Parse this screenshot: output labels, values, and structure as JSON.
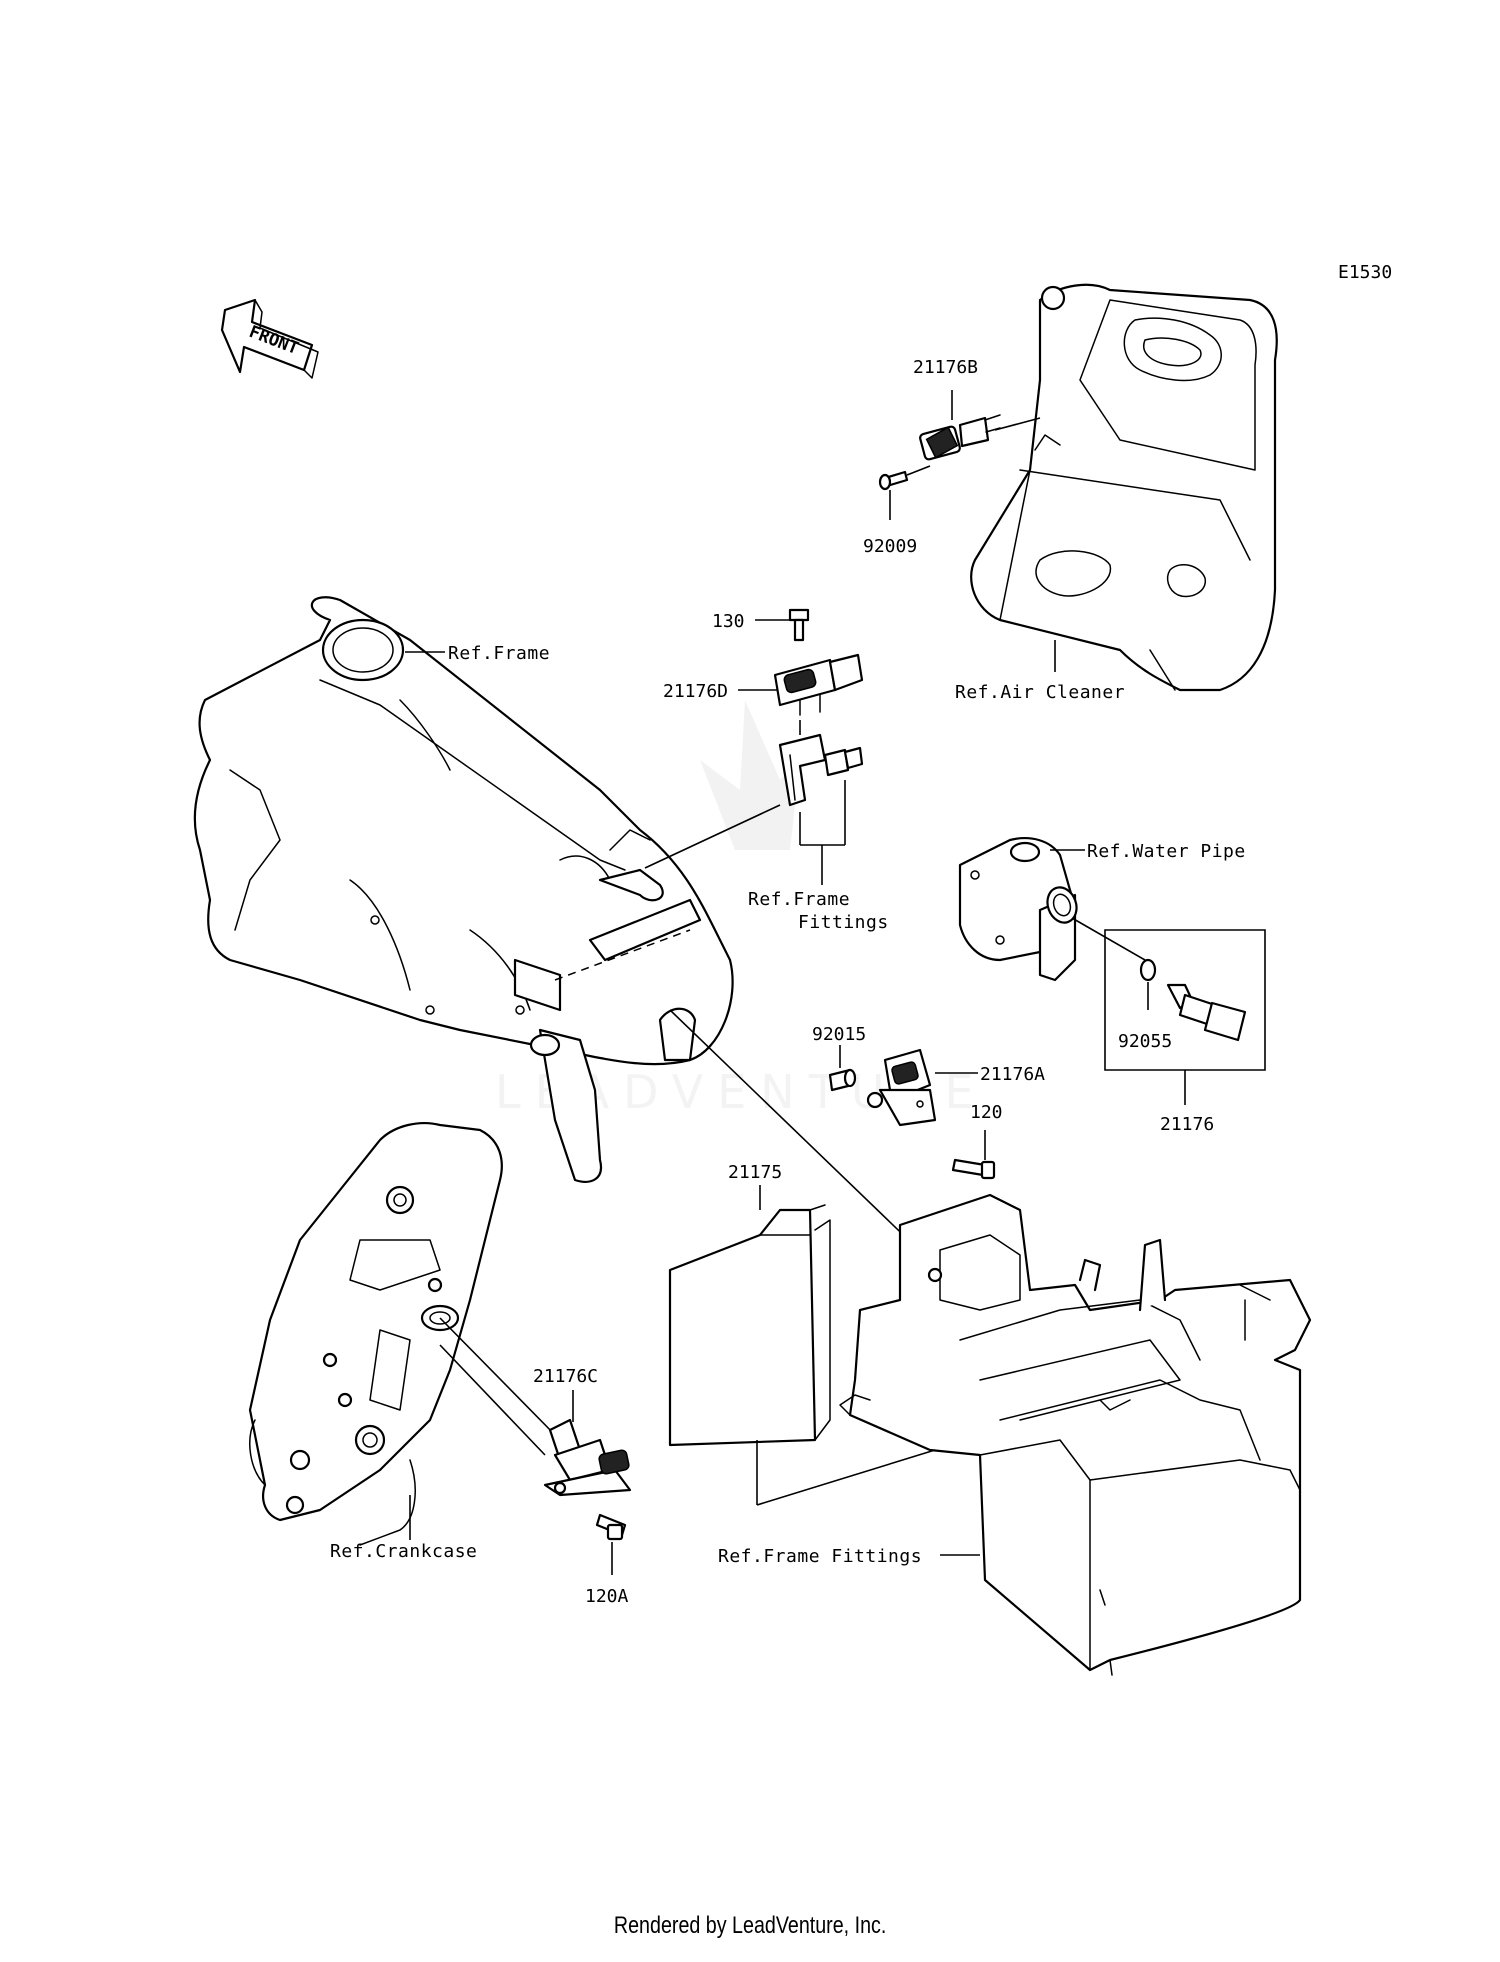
{
  "diagram_code": "E1530",
  "front_arrow_label": "FRONT",
  "parts": [
    {
      "id": "p-21176b",
      "label": "21176B"
    },
    {
      "id": "p-92009",
      "label": "92009"
    },
    {
      "id": "p-130",
      "label": "130"
    },
    {
      "id": "p-21176d",
      "label": "21176D"
    },
    {
      "id": "p-92015",
      "label": "92015"
    },
    {
      "id": "p-21176a",
      "label": "21176A"
    },
    {
      "id": "p-120",
      "label": "120"
    },
    {
      "id": "p-92055",
      "label": "92055"
    },
    {
      "id": "p-21176",
      "label": "21176"
    },
    {
      "id": "p-21175",
      "label": "21175"
    },
    {
      "id": "p-21176c",
      "label": "21176C"
    },
    {
      "id": "p-120a",
      "label": "120A"
    }
  ],
  "references": {
    "frame": "Ref.Frame",
    "air_cleaner": "Ref.Air Cleaner",
    "frame_fittings_1": "Ref.Frame",
    "frame_fittings_2": "Fittings",
    "water_pipe": "Ref.Water Pipe",
    "crankcase": "Ref.Crankcase",
    "frame_fittings_bottom": "Ref.Frame Fittings"
  },
  "watermark": "LEADVENTURE",
  "footer": "Rendered by LeadVenture, Inc."
}
